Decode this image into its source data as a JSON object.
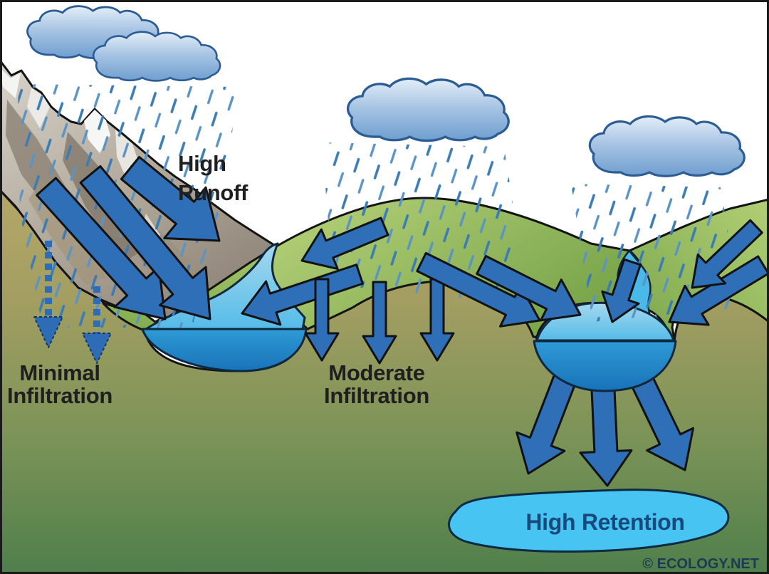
{
  "diagram": {
    "annotations": {
      "high_runoff": {
        "line1": "High",
        "line2": "Runoff"
      },
      "minimal_infiltration": {
        "line1": "Minimal",
        "line2": "Infiltration"
      },
      "moderate_infiltration": {
        "line1": "Moderate",
        "line2": "Infiltration"
      },
      "high_retention": {
        "label": "High Retention"
      },
      "credit": "© ECOLOGY.NET"
    },
    "colors": {
      "arrow_blue": "#2E6FB8",
      "cloud_blue": "#7AA7D6",
      "cloud_outline": "#2B5C94",
      "rain_blue": "#3F7FB5",
      "water_light": "#55BCE8",
      "water_deep": "#1873B8",
      "retention_aqua": "#47C4F1",
      "grass_light": "#B7D074",
      "grass_dark": "#7CA74E",
      "soil_tan": "#B3A767",
      "soil_green": "#4F7F4B",
      "rock_gray": "#968C7E",
      "snow_white": "#F4F4F2",
      "label_dark": "#1F1F1F",
      "water_label_blue": "#17497C",
      "outline_black": "#1A1A1A"
    }
  }
}
